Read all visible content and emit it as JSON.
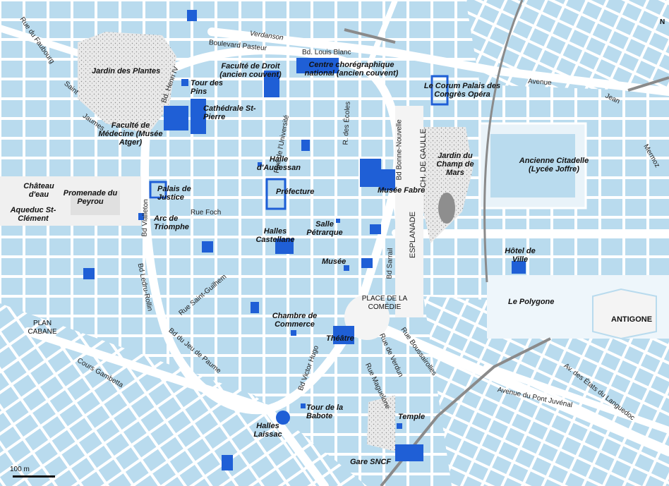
{
  "map": {
    "north_letter": "N",
    "scale_label": "100 m",
    "colors": {
      "water_bg": "#cfe6f2",
      "block": "#b9dbee",
      "road": "#ffffff",
      "park": "#e6e6e6",
      "building": "#1f5fd6",
      "rail": "#888888"
    },
    "places": {
      "jardin_des_plantes": "Jardin des Plantes",
      "tour_des_pins": "Tour des Pins",
      "cathedrale": "Cathédrale St-Pierre",
      "faculte_medecine": "Faculté de Médecine (Musée Atger)",
      "faculte_droit": "Faculté de Droit (ancien couvent)",
      "centre_choregraphique": "Centre chorégraphique national (ancien couvent)",
      "corum": "Le Corum Palais des Congrès Opéra",
      "chateau_eau": "Château d'eau",
      "promenade_peyrou": "Promenade du Peyrou",
      "aqueduc": "Aqueduc St-Clément",
      "palais_justice": "Palais de Justice",
      "arc_triomphe": "Arc de Triomphe",
      "halle_audessan": "Halle d'Audessan",
      "prefecture": "Préfecture",
      "musee_fabre": "Musée Fabre",
      "jardin_champ_mars": "Jardin du Champ de Mars",
      "ancienne_citadelle": "Ancienne Citadelle (Lycée Joffre)",
      "salle_petrarque": "Salle Pétrarque",
      "halles_castellane": "Halles Castellane",
      "musee": "Musée",
      "hotel_de_ville": "Hôtel de Ville",
      "le_polygone": "Le Polygone",
      "antigone": "ANTIGONE",
      "place_comedie": "PLACE DE LA COMÉDIE",
      "chambre_commerce": "Chambre de Commerce",
      "theatre": "Théâtre",
      "plan_cabane": "PLAN CABANE",
      "tour_babote": "Tour de la Babote",
      "halles_laissac": "Halles Laissac",
      "temple": "Temple",
      "gare_sncf": "Gare SNCF"
    },
    "streets": {
      "verdanson": "Verdanson",
      "bd_pasteur": "Boulevard Pasteur",
      "bd_louis_blanc": "Bd. Louis Blanc",
      "avenue": "Avenue",
      "jean": "Jean",
      "mermoz": "Mermoz",
      "rue_faubourg": "Rue du Faubourg",
      "saint": "Saint",
      "jaumes": "Jaumes",
      "bd_henri_iv": "Bd. Henri IV",
      "rue_universite": "Rue de l'Université",
      "r_ecoles": "R. des Écoles",
      "bonne_nouvelle": "Bd Bonne-Nouvelle",
      "ch_de_gaulle": "CH. DE GAULLE",
      "esplanade": "ESPLANADE",
      "bd_sarrail": "Bd Sarrail",
      "rue_foch": "Rue Foch",
      "bd_vialleton": "Bd Vialleton",
      "bd_ledru_rollin": "Bd Ledru-Rollin",
      "rue_saint_guilhem": "Rue Saint-Guilhem",
      "bd_jeu_paume": "Bd du Jeu de Paume",
      "cours_gambetta": "Cours Gambetta",
      "bd_victor_hugo": "Bd Victor Hugo",
      "rue_maguelone": "Rue Maguelone",
      "rue_verdun": "Rue de Verdun",
      "rue_boussairolles": "Rue Boussairolles",
      "av_pont_juvenal": "Avenue du Pont Juvénal",
      "av_etats_languedoc": "Av. des États du Languedoc"
    }
  }
}
